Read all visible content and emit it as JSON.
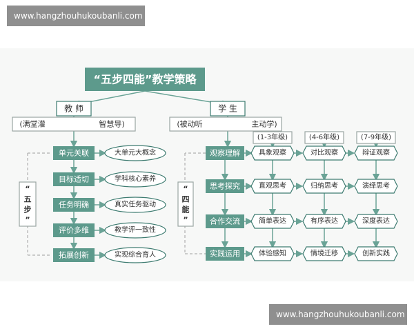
{
  "watermark": {
    "top": "www.hangzhouhukoubanli.com",
    "bottom": "www.hangzhouhukoubanli.com"
  },
  "colors": {
    "teal_dark": "#3d7b70",
    "teal_fill": "#5d9a8c",
    "line": "#6aa396",
    "dashed": "#b0b0b0",
    "border": "#9aa5a2"
  },
  "title": "“五步四能”教学策略",
  "teacher": {
    "label": "教 师",
    "from": "(满堂灌",
    "to": "智慧导)",
    "side_label_lines": [
      "“",
      "五",
      "步",
      "”"
    ],
    "steps": [
      {
        "label": "单元关联",
        "detail": "大单元大概念"
      },
      {
        "label": "目标适切",
        "detail": "学科核心素养"
      },
      {
        "label": "任务明确",
        "detail": "真实任务驱动"
      },
      {
        "label": "评价多维",
        "detail": "教学评一致性"
      },
      {
        "label": "拓展创新",
        "detail": "实现综合育人"
      }
    ]
  },
  "student": {
    "label": "学 生",
    "from": "(被动听",
    "to": "主动学)",
    "side_label_lines": [
      "“",
      "四",
      "能",
      "”"
    ],
    "grades": [
      "(1-3年级)",
      "(4-6年级)",
      "(7-9年级)"
    ],
    "abilities": [
      {
        "label": "观察理解",
        "levels": [
          "具象观察",
          "对比观察",
          "辩证观察"
        ]
      },
      {
        "label": "思考探究",
        "levels": [
          "直观思考",
          "归纳思考",
          "演绎思考"
        ]
      },
      {
        "label": "合作交流",
        "levels": [
          "简单表达",
          "有序表达",
          "深度表达"
        ]
      },
      {
        "label": "实践运用",
        "levels": [
          "体验感知",
          "情境迁移",
          "创新实践"
        ]
      }
    ]
  }
}
